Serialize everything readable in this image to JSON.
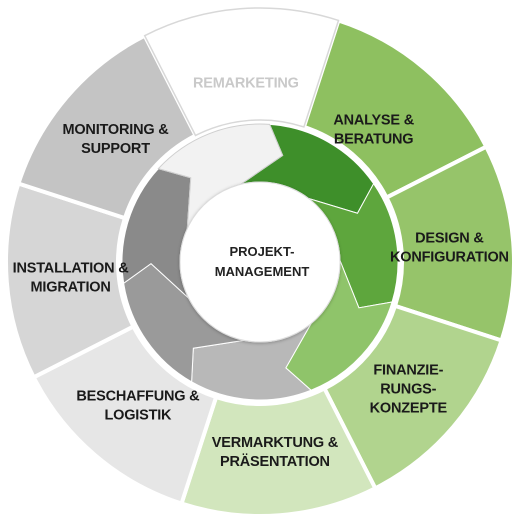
{
  "center": {
    "line1": "PROJEKT-",
    "line2": "MANAGEMENT"
  },
  "segments": [
    {
      "id": "analyse",
      "lines": [
        "ANALYSE &",
        "BERATUNG"
      ],
      "fill": "#8ec060",
      "text": "#1a1a1a"
    },
    {
      "id": "design",
      "lines": [
        "DESIGN &",
        "KONFIGURATION"
      ],
      "fill": "#96c46a",
      "text": "#1a1a1a"
    },
    {
      "id": "finanz",
      "lines": [
        "FINANZIE-",
        "RUNGS-",
        "KONZEPTE"
      ],
      "fill": "#b1d48e",
      "text": "#1a1a1a"
    },
    {
      "id": "vermarktung",
      "lines": [
        "VERMARKTUNG &",
        "PRÄSENTATION"
      ],
      "fill": "#d2e6bd",
      "text": "#1a1a1a"
    },
    {
      "id": "beschaffung",
      "lines": [
        "BESCHAFFUNG &",
        "LOGISTIK"
      ],
      "fill": "#e6e6e6",
      "text": "#1a1a1a"
    },
    {
      "id": "installation",
      "lines": [
        "INSTALLATION &",
        "MIGRATION"
      ],
      "fill": "#d6d6d6",
      "text": "#1a1a1a"
    },
    {
      "id": "monitoring",
      "lines": [
        "MONITORING &",
        "SUPPORT"
      ],
      "fill": "#c4c4c4",
      "text": "#1a1a1a"
    },
    {
      "id": "remarketing",
      "lines": [
        "REMARKETING"
      ],
      "fill": "#ffffff",
      "text": "#c9c9c9"
    }
  ],
  "inner_ring": {
    "colors": [
      "#3e8f2a",
      "#5ea63d",
      "#8fc46a",
      "#b8b8b8",
      "#9a9a9a",
      "#8a8a8a",
      "#f2f2f2"
    ]
  }
}
